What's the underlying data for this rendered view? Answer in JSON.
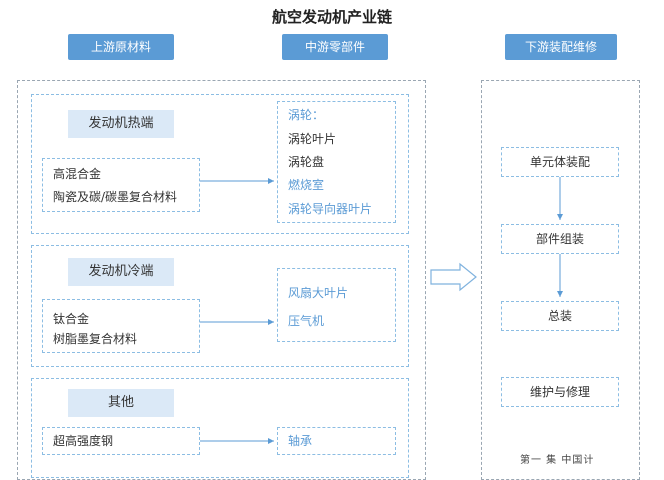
{
  "title": "航空发动机产业链",
  "headers": {
    "upstream": "上游原材料",
    "midstream": "中游零部件",
    "downstream": "下游装配维修"
  },
  "groups": [
    {
      "category": "发动机热端",
      "materials": [
        "高混合金",
        "陶瓷及碳/碳墨复合材料"
      ],
      "parts_heading": "涡轮：",
      "parts": [
        {
          "text": "涡轮叶片",
          "color": "#333333"
        },
        {
          "text": "涡轮盘",
          "color": "#333333"
        },
        {
          "text": "燃烧室",
          "color": "#5b9bd5"
        },
        {
          "text": "涡轮导向器叶片",
          "color": "#5b9bd5"
        }
      ]
    },
    {
      "category": "发动机冷端",
      "materials": [
        "钛合金",
        "树脂墨复合材料"
      ],
      "parts": [
        {
          "text": "风扇大叶片",
          "color": "#5b9bd5"
        },
        {
          "text": "压气机",
          "color": "#5b9bd5"
        }
      ]
    },
    {
      "category": "其他",
      "materials": [
        "超高强度钢"
      ],
      "parts": [
        {
          "text": "轴承",
          "color": "#5b9bd5"
        }
      ]
    }
  ],
  "downstream_steps": [
    "单元体装配",
    "部件组装",
    "总装",
    "维护与修理"
  ],
  "partial_text": "第一 集 中国计"
}
